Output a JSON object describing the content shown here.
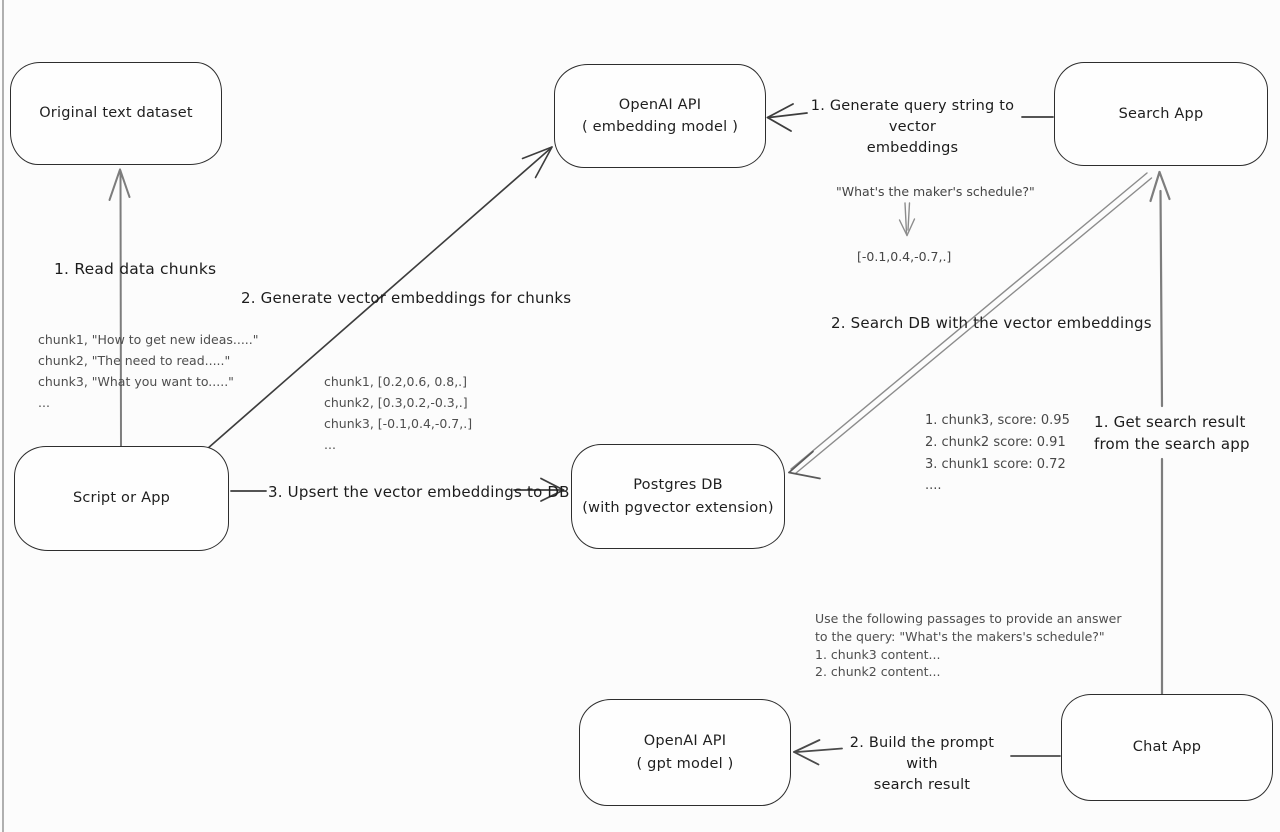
{
  "diagram_title": "RAG with pgvector architecture diagram",
  "colors": {
    "background": "#fcfcfc",
    "box_stroke": "#2e2e2e",
    "arrow_dark": "#3d3d3d",
    "arrow_gray": "#7d7d7d",
    "arrow_light_gray": "#8c8c8c",
    "text": "#1f1f1f",
    "annotation": "#4e4e4e"
  },
  "nodes": {
    "original_dataset": {
      "label": "Original text dataset"
    },
    "openai_embedding": {
      "line1": "OpenAI API",
      "line2": "( embedding model )"
    },
    "search_app": {
      "label": "Search App"
    },
    "script_or_app": {
      "label": "Script or App"
    },
    "postgres_db": {
      "line1": "Postgres DB",
      "line2": "(with pgvector extension)"
    },
    "openai_gpt": {
      "line1": "OpenAI API",
      "line2": "( gpt model )"
    },
    "chat_app": {
      "label": "Chat App"
    }
  },
  "edge_labels": {
    "read_chunks": "1. Read data chunks",
    "generate_embeddings": "2. Generate vector embeddings for chunks",
    "upsert_embeddings": "3. Upsert the vector embeddings  to DB",
    "query_to_vector_line1": "1. Generate query string to vector",
    "query_to_vector_line2": "embeddings",
    "search_db": "2. Search DB with the vector embeddings",
    "get_result_line1": "1. Get search result",
    "get_result_line2": "from the search app",
    "build_prompt_line1": "2. Build the prompt with",
    "build_prompt_line2": "search result"
  },
  "annotations": {
    "chunk_texts": [
      "chunk1, \"How to get new ideas.....\"",
      "chunk2, \"The need to read.....\"",
      "chunk3, \"What you want to.....\"",
      "..."
    ],
    "chunk_vectors": [
      "chunk1, [0.2,0.6, 0.8,.]",
      "chunk2, [0.3,0.2,-0.3,.]",
      "chunk3, [-0.1,0.4,-0.7,.]",
      "..."
    ],
    "query_string": "\"What's the maker's schedule?\"",
    "query_vector": "[-0.1,0.4,-0.7,.]",
    "search_scores": [
      "1. chunk3, score: 0.95",
      "2. chunk2 score: 0.91",
      "3. chunk1 score: 0.72",
      "...."
    ],
    "prompt_lines": [
      "Use the following passages to provide an answer",
      "to the query: \"What's the makers's schedule?\"",
      "1. chunk3 content...",
      "2. chunk2 content..."
    ]
  }
}
